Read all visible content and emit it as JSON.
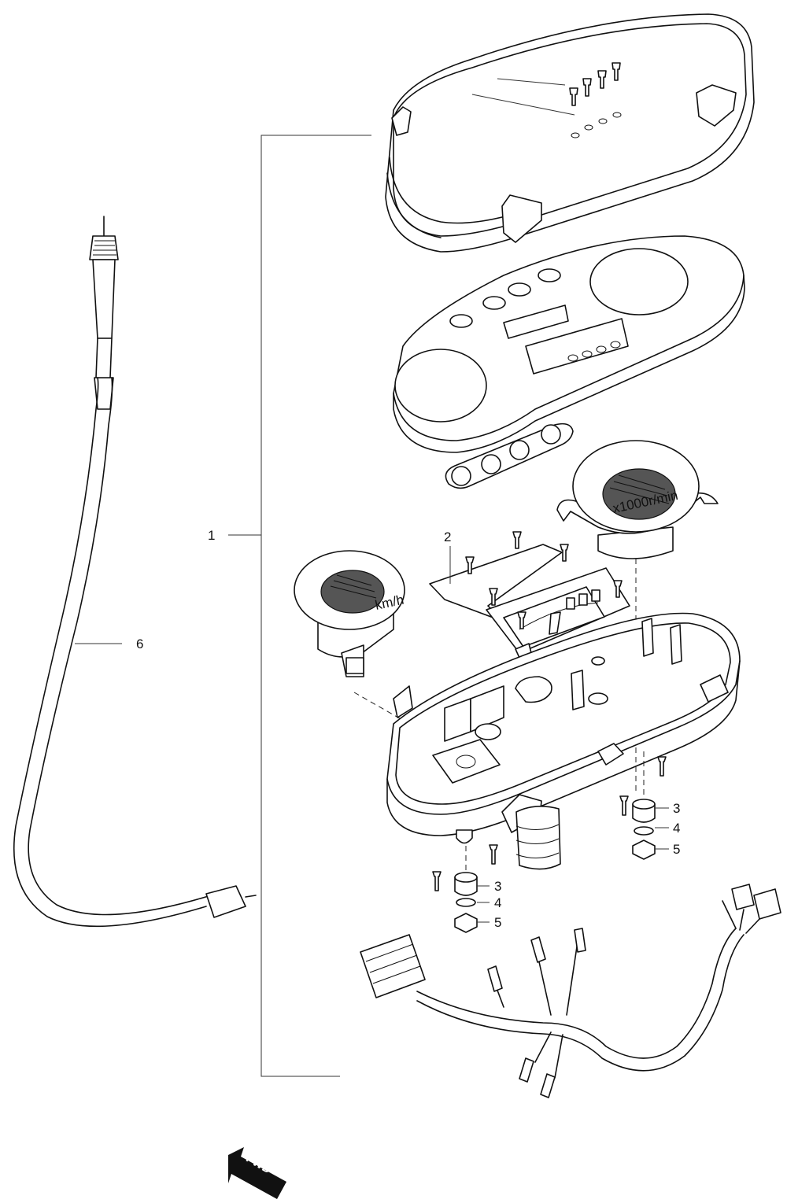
{
  "callouts": {
    "c1": "1",
    "c2": "2",
    "c3a": "3",
    "c4a": "4",
    "c5a": "5",
    "c3b": "3",
    "c4b": "4",
    "c5b": "5",
    "c6": "6"
  },
  "direction_arrow": "FWD",
  "speedometer_unit": "km/h",
  "tachometer_unit": "x1000r/min",
  "colors": {
    "line": "#111111",
    "dial_face": "#555555",
    "background": "#ffffff"
  }
}
